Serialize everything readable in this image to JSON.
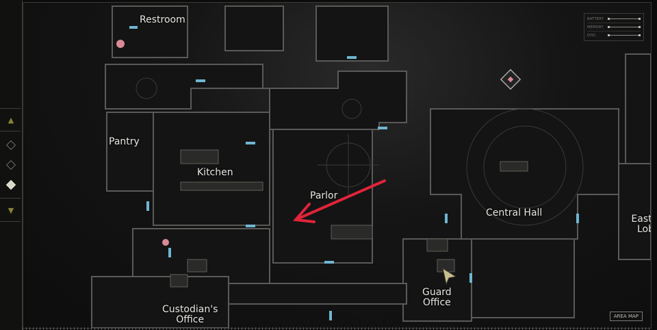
{
  "status_panel": {
    "items": [
      {
        "label": "BATTERY"
      },
      {
        "label": "MEMORY"
      },
      {
        "label": "DISC"
      }
    ]
  },
  "floor_selector": {
    "up_icon": "triangle-up-icon",
    "down_icon": "triangle-down-icon",
    "floors": [
      {
        "active": false
      },
      {
        "active": false
      },
      {
        "active": true
      }
    ]
  },
  "rooms": {
    "restroom": "Restroom",
    "pantry": "Pantry",
    "kitchen": "Kitchen",
    "parlor": "Parlor",
    "central_hall": "Central Hall",
    "east_lobby_1": "East",
    "east_lobby_2": "Lob",
    "guard_office_1": "Guard",
    "guard_office_2": "Office",
    "custodian_1": "Custodian's",
    "custodian_2": "Office"
  },
  "area_map_button": "AREA MAP",
  "colors": {
    "door": "#6fb6d2",
    "arrow": "#e0243a",
    "wall": "#5a5a58",
    "accent": "#8a8238",
    "item": "#d98a96"
  }
}
